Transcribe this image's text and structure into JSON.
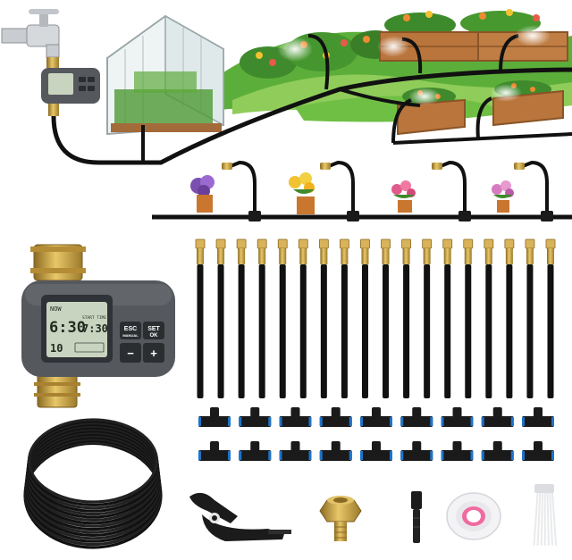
{
  "timer": {
    "lcd_now": "NOW",
    "lcd_time": "6:30",
    "lcd_start_label": "START TIME",
    "lcd_start_time": "7:30",
    "lcd_duration": "10",
    "btn_esc": "ESC",
    "btn_manual": "MANUAL",
    "btn_set": "SET",
    "btn_ok": "OK",
    "btn_minus": "−",
    "btn_plus": "+"
  },
  "colors": {
    "tube": "#111111",
    "brass": "#c8a145",
    "timer_body": "#55595e",
    "lcd": "#c9d4c0",
    "tee": "#1a1a1a",
    "tee_accent": "#1e73c8",
    "grass": "#5cae3a",
    "soil": "#7a4a2a",
    "planter": "#b9753c"
  },
  "components": {
    "drip_tube_count": 18,
    "tee_connector_count": 18
  },
  "icons": [
    "faucet-icon",
    "greenhouse-icon",
    "garden-timer-icon",
    "tubing-coil-icon",
    "tube-cutter-icon",
    "faucet-adapter-icon",
    "end-plug-icon",
    "teflon-tape-icon",
    "cable-ties-icon"
  ]
}
